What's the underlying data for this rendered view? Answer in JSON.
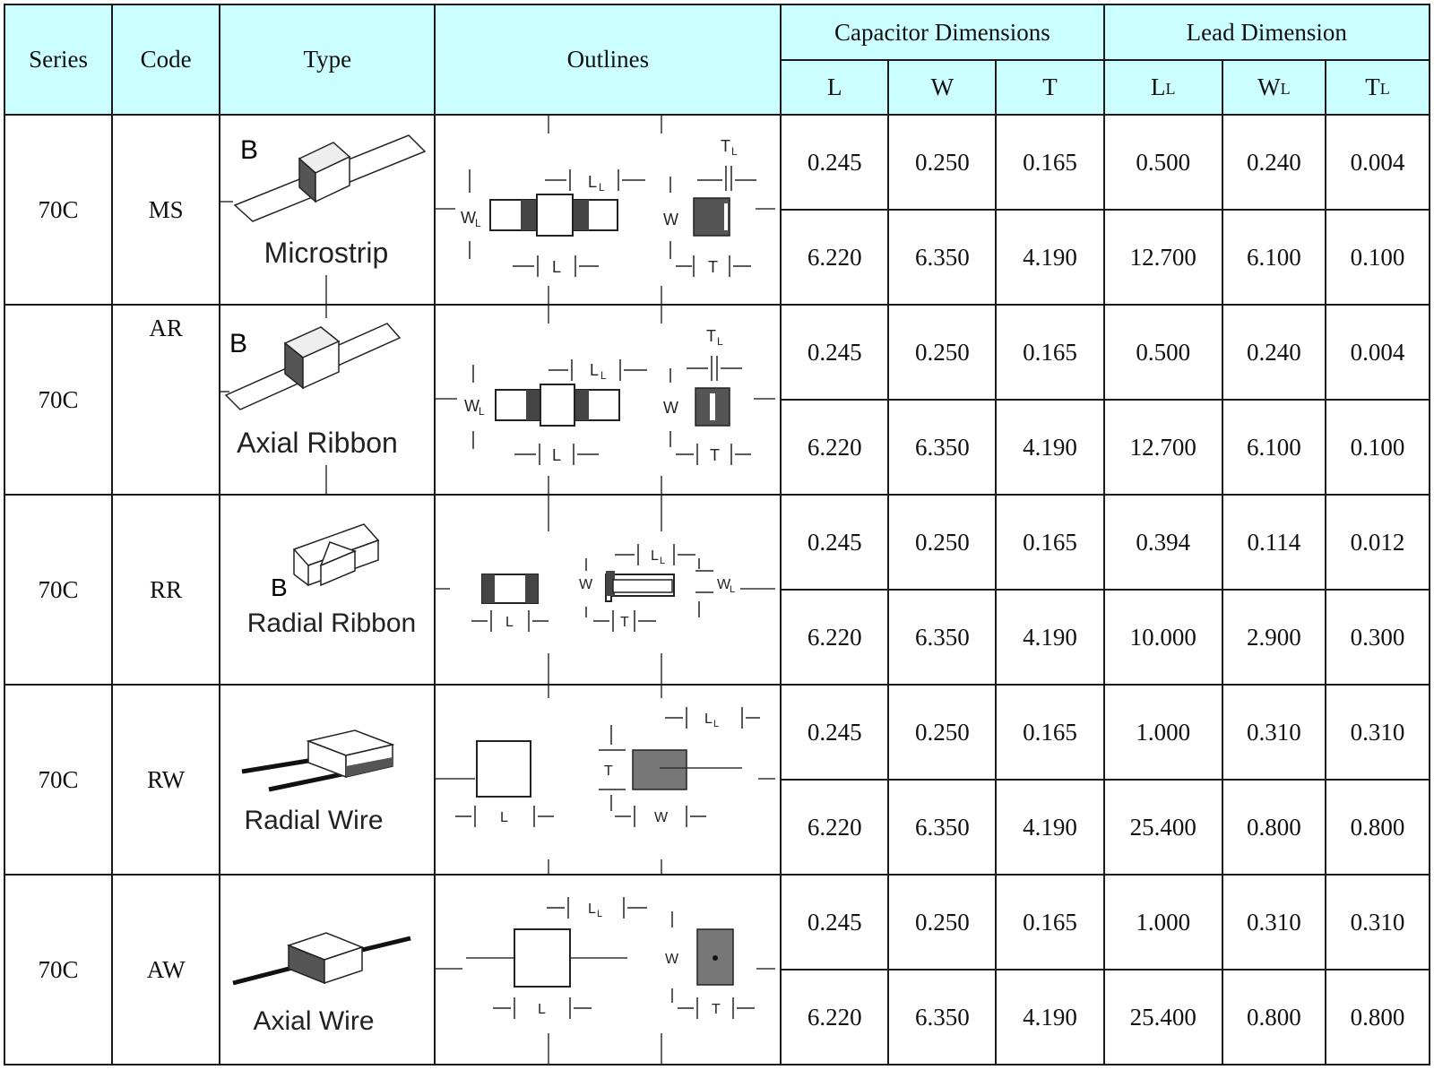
{
  "header": {
    "series": "Series",
    "code": "Code",
    "type": "Type",
    "outlines": "Outlines",
    "capacitor_dimensions": "Capacitor Dimensions",
    "lead_dimension": "Lead Dimension",
    "cap_cols": [
      "L",
      "W",
      "T"
    ],
    "lead_cols": [
      {
        "main": "L",
        "sub": "L"
      },
      {
        "main": "W",
        "sub": "L"
      },
      {
        "main": "T",
        "sub": "L"
      }
    ]
  },
  "rows": [
    {
      "series": "70C",
      "code": "MS",
      "type_label": "Microstrip",
      "type_marker": "B",
      "outline_labels": {
        "ll": "L",
        "ll_sub": "L",
        "wl": "W",
        "wl_sub": "L",
        "l": "L",
        "w": "W",
        "t": "T",
        "tl": "T",
        "tl_sub": "L"
      },
      "values": [
        [
          "0.245",
          "0.250",
          "0.165",
          "0.500",
          "0.240",
          "0.004"
        ],
        [
          "6.220",
          "6.350",
          "4.190",
          "12.700",
          "6.100",
          "0.100"
        ]
      ]
    },
    {
      "series": "70C",
      "code": "AR",
      "type_label": "Axial Ribbon",
      "type_marker": "B",
      "outline_labels": {
        "ll": "L",
        "ll_sub": "L",
        "wl": "W",
        "wl_sub": "L",
        "l": "L",
        "w": "W",
        "t": "T",
        "tl": "T",
        "tl_sub": "L"
      },
      "values": [
        [
          "0.245",
          "0.250",
          "0.165",
          "0.500",
          "0.240",
          "0.004"
        ],
        [
          "6.220",
          "6.350",
          "4.190",
          "12.700",
          "6.100",
          "0.100"
        ]
      ]
    },
    {
      "series": "70C",
      "code": "RR",
      "type_label": "Radial Ribbon",
      "type_marker": "B",
      "outline_labels": {
        "ll": "L",
        "ll_sub": "L",
        "wl": "W",
        "wl_sub": "L",
        "l": "L",
        "w": "W",
        "t": "T"
      },
      "values": [
        [
          "0.245",
          "0.250",
          "0.165",
          "0.394",
          "0.114",
          "0.012"
        ],
        [
          "6.220",
          "6.350",
          "4.190",
          "10.000",
          "2.900",
          "0.300"
        ]
      ]
    },
    {
      "series": "70C",
      "code": "RW",
      "type_label": "Radial Wire",
      "outline_labels": {
        "ll": "L",
        "ll_sub": "L",
        "l": "L",
        "w": "W",
        "t": "T"
      },
      "values": [
        [
          "0.245",
          "0.250",
          "0.165",
          "1.000",
          "0.310",
          "0.310"
        ],
        [
          "6.220",
          "6.350",
          "4.190",
          "25.400",
          "0.800",
          "0.800"
        ]
      ]
    },
    {
      "series": "70C",
      "code": "AW",
      "type_label": "Axial Wire",
      "outline_labels": {
        "ll": "L",
        "ll_sub": "L",
        "l": "L",
        "w": "W",
        "t": "T"
      },
      "values": [
        [
          "0.245",
          "0.250",
          "0.165",
          "1.000",
          "0.310",
          "0.310"
        ],
        [
          "6.220",
          "6.350",
          "4.190",
          "25.400",
          "0.800",
          "0.800"
        ]
      ]
    }
  ]
}
